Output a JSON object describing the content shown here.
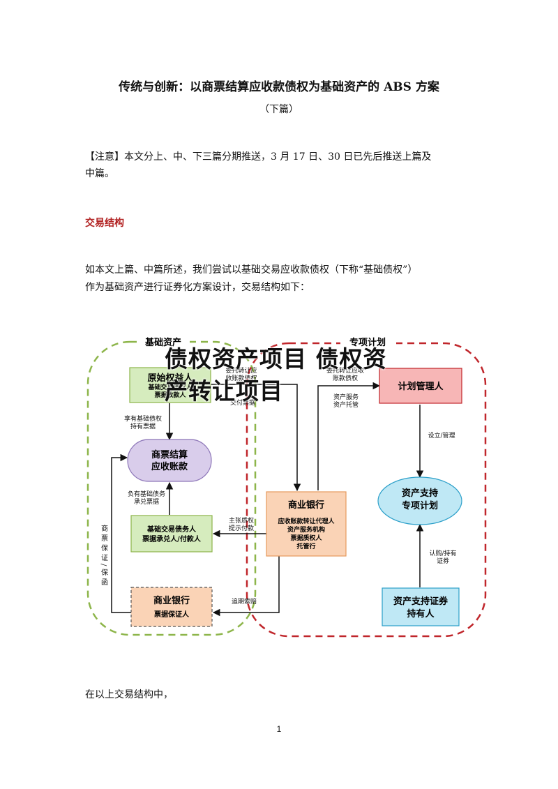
{
  "doc": {
    "title": "传统与创新：以商票结算应收款债权为基础资产的 ABS 方案",
    "subtitle": "（下篇）",
    "note_line1": "【注意】本文分上、中、下三篇分期推送，3 月 17 日、30 日已先后推送上篇及",
    "note_line2": "中篇。",
    "section_heading": "交易结构",
    "body_line1": "如本文上篇、中篇所述，我们尝试以基础交易应收款债权（下称“基础债权”）",
    "body_line2": "作为基础资产进行证券化方案设计，交易结构如下：",
    "after_line": "在以上交易结构中，",
    "page_number": "1"
  },
  "watermark": {
    "line1": "债权资产项目 债权资",
    "line2": "产转让项目"
  },
  "diagram": {
    "left_region_label": "基础资产",
    "right_region_label": "专项计划",
    "nodes": {
      "original_holder": {
        "title": "原始权益人",
        "sub1": "基础交易债权人",
        "sub2": "票据收款人"
      },
      "receivable": {
        "line1": "商票结算",
        "line2": "应收账款"
      },
      "debtor": {
        "line1": "基础交易债务人",
        "line2": "票据承兑人/付款人"
      },
      "guarantor_bank": {
        "title": "商业银行",
        "sub": "票据保证人"
      },
      "plan_manager": {
        "title": "计划管理人"
      },
      "abs_plan": {
        "line1": "资产支持",
        "line2": "专项计划"
      },
      "commercial_bank": {
        "title": "商业银行",
        "sub1": "应收账款转让代理人",
        "sub2": "资产服务机构",
        "sub3": "票据质权人",
        "sub4": "托管行"
      },
      "holders": {
        "line1": "资产支持证券",
        "line2": "持有人"
      }
    },
    "edges": {
      "transfer_a": "委托转让应",
      "transfer_b": "收账款债权",
      "transfer_c": "交付票据",
      "entrust_a": "委托转让应收",
      "entrust_b": "账款债权",
      "service_a": "资产服务",
      "service_b": "资产托管",
      "holds_a": "享有基础债权",
      "holds_b": "持有票据",
      "owes_a": "负有基础债务",
      "owes_b": "承兑票据",
      "pledge_a": "主张质权",
      "pledge_b": "提示付款",
      "setup": "设立/管理",
      "subscribe_a": "认购/持有",
      "subscribe_b": "证券",
      "recourse": "追期索赔",
      "guarantee_vertical": "商票保证/保函"
    }
  }
}
